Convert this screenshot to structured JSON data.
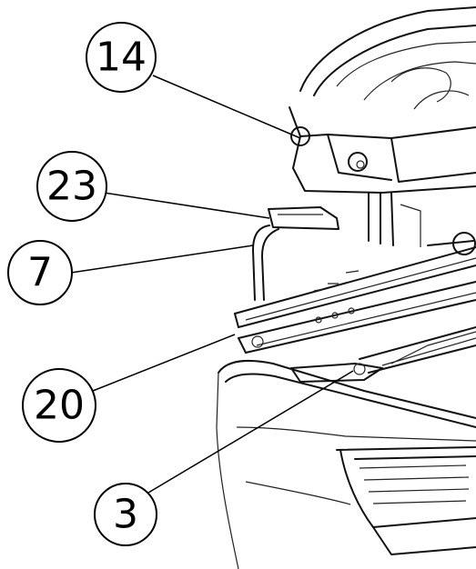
{
  "callouts": [
    {
      "id": "c14",
      "label": "14"
    },
    {
      "id": "c23",
      "label": "23"
    },
    {
      "id": "c7",
      "label": "7"
    },
    {
      "id": "c20",
      "label": "20"
    },
    {
      "id": "c3",
      "label": "3"
    }
  ]
}
